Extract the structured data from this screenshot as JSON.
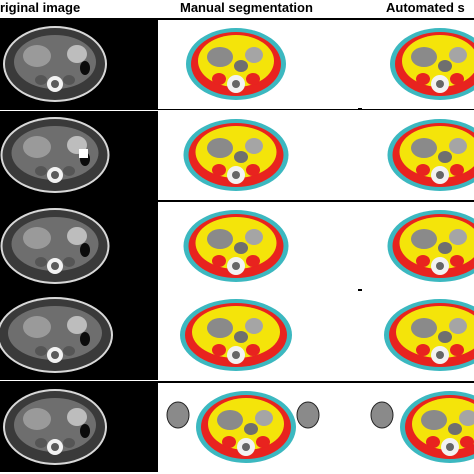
{
  "figure": {
    "columns": [
      {
        "title": "riginal image",
        "type": "original"
      },
      {
        "title": "Manual segmentation",
        "type": "segmentation"
      },
      {
        "title": "Automated s",
        "type": "segmentation"
      }
    ],
    "row_count": 5,
    "colors": {
      "subcutaneous_fat": "#3cb8c0",
      "visceral_fat": "#f4e40a",
      "muscle": "#e8231f",
      "organs_gray": "#8a8a8a",
      "ct_soft_tissue": "#6e6e6e",
      "ct_fat": "#3a3a3a",
      "background": "#000000"
    }
  }
}
